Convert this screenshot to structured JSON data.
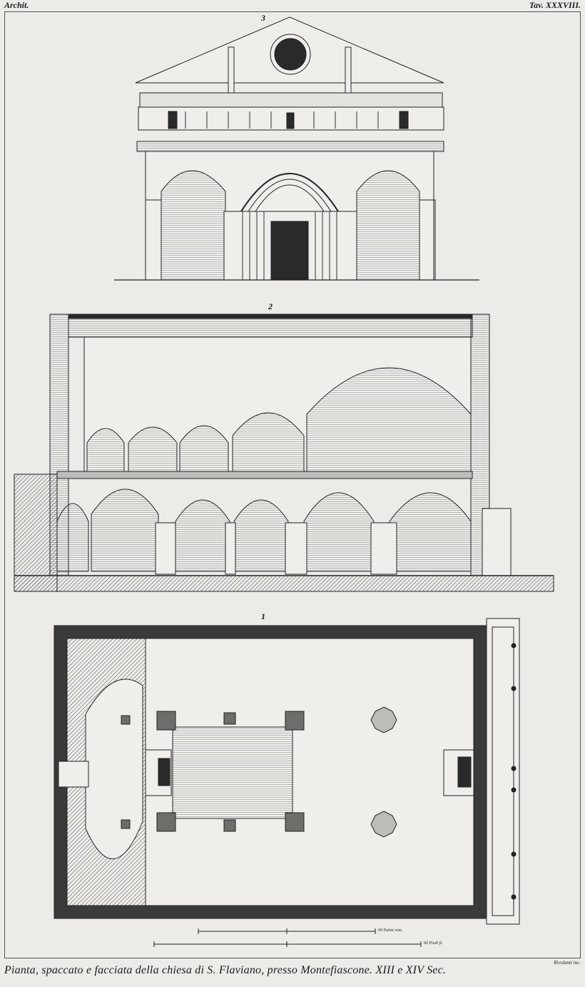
{
  "header": {
    "left": "Archit.",
    "right": "Tav. XXXVIII."
  },
  "figures": {
    "facade": {
      "number": "3"
    },
    "section": {
      "number": "2"
    },
    "plan": {
      "number": "1"
    }
  },
  "scales": {
    "palmi": "60 Palmi rom.",
    "piedi": "60 Piedi fr."
  },
  "engraver": "Rivolanti inc.",
  "caption": "Pianta, spaccato e facciata della chiesa di S. Flaviano, presso Montefiascone. XIII e XIV Sec."
}
